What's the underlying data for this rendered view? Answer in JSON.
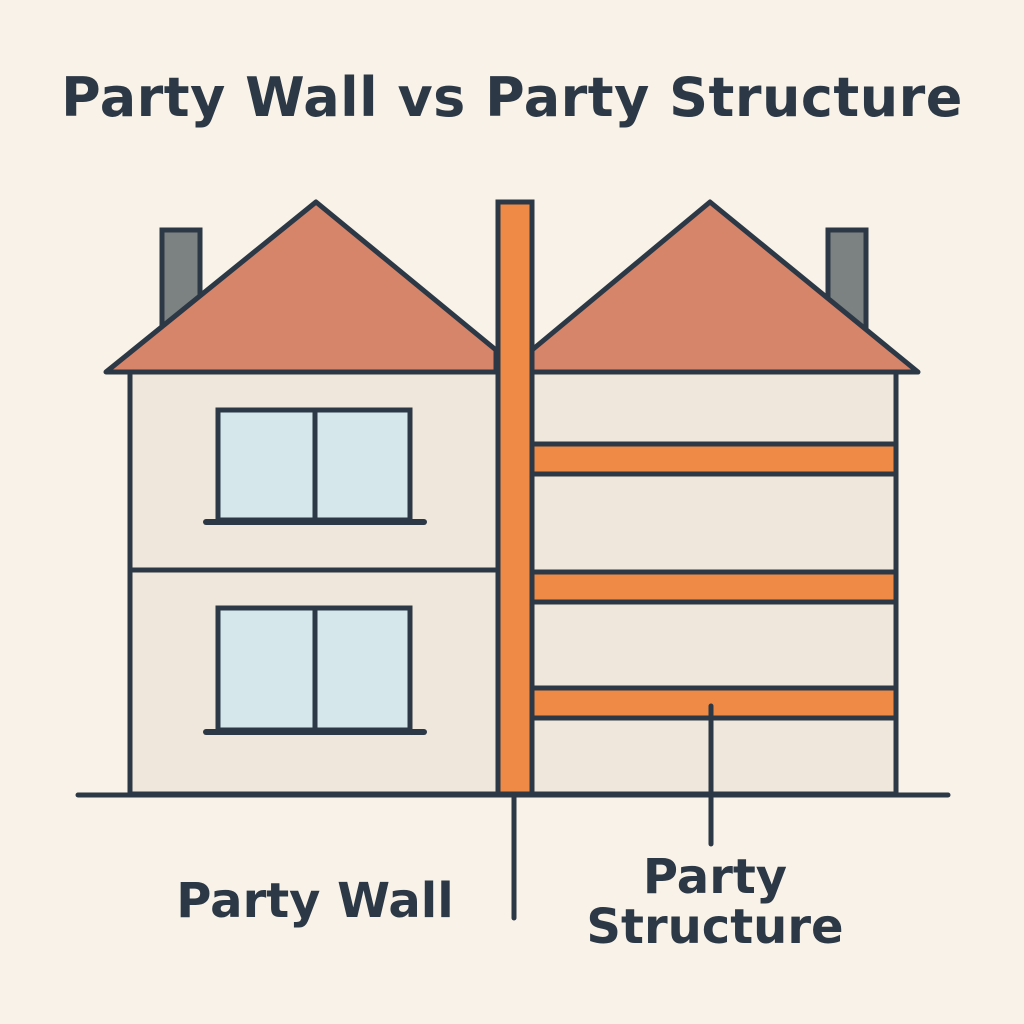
{
  "title": "Party Wall vs Party Structure",
  "labels": {
    "party_wall": "Party Wall",
    "party_structure_line1": "Party",
    "party_structure_line2": "Structure"
  },
  "colors": {
    "background": "#f8f2e8",
    "outline": "#2c3845",
    "roof": "#d6856a",
    "wall": "#efe7dc",
    "window_glass": "#d5e7ea",
    "highlight": "#ee8a45",
    "chimney": "#7c8282"
  },
  "icons": {
    "left_house": "house-with-windows",
    "right_house": "house-with-floor-slabs"
  }
}
